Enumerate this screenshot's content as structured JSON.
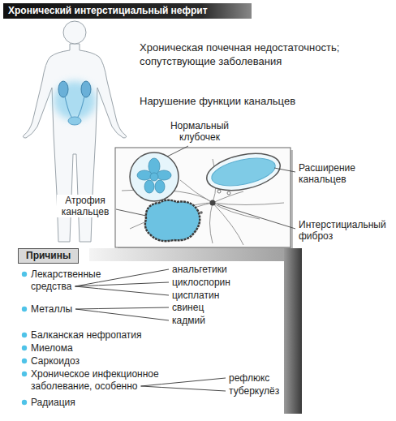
{
  "diagram": {
    "title": "Хронический интерстициальный нефрит",
    "nodes": [
      {
        "text": [
          "Причины"
        ]
      },
      {
        "text": [
          "Лекарственные средства"
        ]
      },
      {
        "text": [
          "анальгетики"
        ]
      },
      {
        "text": [
          "циклоспорин"
        ]
      },
      {
        "text": [
          "цисплатин"
        ]
      },
      {
        "text": [
          "Металлы"
        ]
      },
      {
        "text": [
          "свинец"
        ]
      },
      {
        "text": [
          "кадмий"
        ]
      },
      {
        "text": [
          "Балканская нефропатия"
        ]
      },
      {
        "text": [
          "Миелома"
        ]
      },
      {
        "text": [
          "Саркоидоз"
        ]
      },
      {
        "text": [
          "Хроническое инфекционное заболевание, особенно"
        ]
      },
      {
        "text": [
          "рефлюкс"
        ]
      },
      {
        "text": [
          "туберкулёз"
        ]
      },
      {
        "text": [
          "Радиация"
        ]
      }
    ],
    "edges": [
      {
        "from": 1,
        "to": 2,
        "arrow": "none"
      },
      {
        "from": 1,
        "to": 3,
        "arrow": "none"
      },
      {
        "from": 1,
        "to": 4,
        "arrow": "none"
      },
      {
        "from": 5,
        "to": 6,
        "arrow": "none"
      },
      {
        "from": 5,
        "to": 7,
        "arrow": "none"
      },
      {
        "from": 11,
        "to": 12,
        "arrow": "none"
      },
      {
        "from": 11,
        "to": 13,
        "arrow": "none"
      }
    ],
    "labels": [
      "Хроническая почечная недостаточность; сопутствующие заболевания",
      "Нарушение функции канальцев",
      "Нормальный клубочек",
      "Расширение канальцев",
      "Атрофия канальцев",
      "Интерстициальный фиброз"
    ]
  }
}
